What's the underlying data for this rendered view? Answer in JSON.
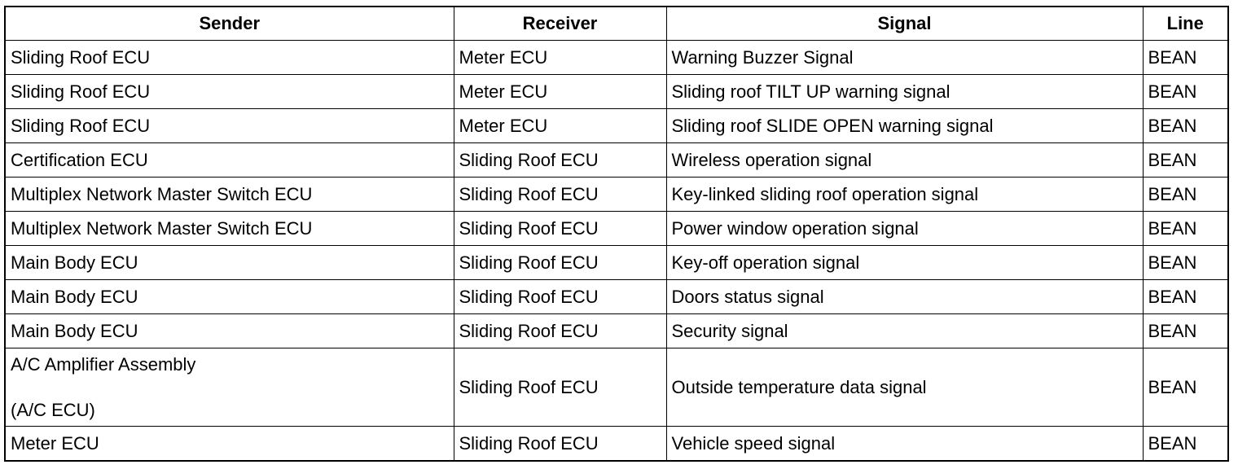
{
  "table": {
    "headers": {
      "sender": "Sender",
      "receiver": "Receiver",
      "signal": "Signal",
      "line": "Line"
    },
    "rows": [
      {
        "sender": "Sliding Roof ECU",
        "receiver": "Meter ECU",
        "signal": "Warning Buzzer Signal",
        "line": "BEAN"
      },
      {
        "sender": "Sliding Roof ECU",
        "receiver": "Meter ECU",
        "signal": "Sliding roof TILT UP warning signal",
        "line": "BEAN"
      },
      {
        "sender": "Sliding Roof ECU",
        "receiver": "Meter ECU",
        "signal": "Sliding roof SLIDE OPEN warning signal",
        "line": "BEAN"
      },
      {
        "sender": "Certification ECU",
        "receiver": "Sliding Roof ECU",
        "signal": "Wireless operation signal",
        "line": "BEAN"
      },
      {
        "sender": "Multiplex Network Master Switch ECU",
        "receiver": "Sliding Roof ECU",
        "signal": "Key-linked sliding roof operation signal",
        "line": "BEAN"
      },
      {
        "sender": "Multiplex Network Master Switch ECU",
        "receiver": "Sliding Roof ECU",
        "signal": "Power window operation signal",
        "line": "BEAN"
      },
      {
        "sender": "Main Body ECU",
        "receiver": "Sliding Roof ECU",
        "signal": "Key-off operation signal",
        "line": "BEAN"
      },
      {
        "sender": "Main Body ECU",
        "receiver": "Sliding Roof ECU",
        "signal": "Doors status signal",
        "line": "BEAN"
      },
      {
        "sender": "Main Body ECU",
        "receiver": "Sliding Roof ECU",
        "signal": "Security signal",
        "line": "BEAN"
      },
      {
        "sender": "A/C Amplifier Assembly",
        "sender_line2": "(A/C ECU)",
        "receiver": "Sliding Roof ECU",
        "signal": "Outside temperature data signal",
        "line": "BEAN"
      },
      {
        "sender": "Meter ECU",
        "receiver": "Sliding Roof ECU",
        "signal": "Vehicle speed signal",
        "line": "BEAN"
      }
    ]
  }
}
